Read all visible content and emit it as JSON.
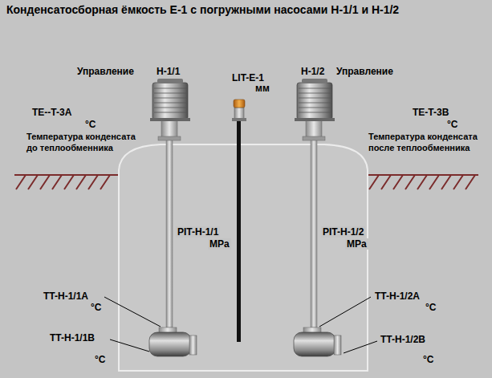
{
  "diagram": {
    "title": "Конденсатосборная ёмкость Е-1 с погружными насосами Н-1/1 и Н-1/2",
    "labels": [
      "Управление",
      "Н-1/1",
      "LIT-E-1",
      "мм",
      "Н-1/2",
      "Управление",
      "TE--T-3A",
      "°C",
      "Температура конденсата до теплообменника",
      "TE-T-3B",
      "°C",
      "Температура конденсата после теплообменника",
      "PIT-H-1/1",
      "MPa",
      "PIT-H-1/2",
      "MPa",
      "TT-H-1/1A",
      "°C",
      "TT-H-1/1B",
      "°C",
      "TT-H-1/2A",
      "°C",
      "TT-H-1/2B",
      "°C"
    ]
  }
}
